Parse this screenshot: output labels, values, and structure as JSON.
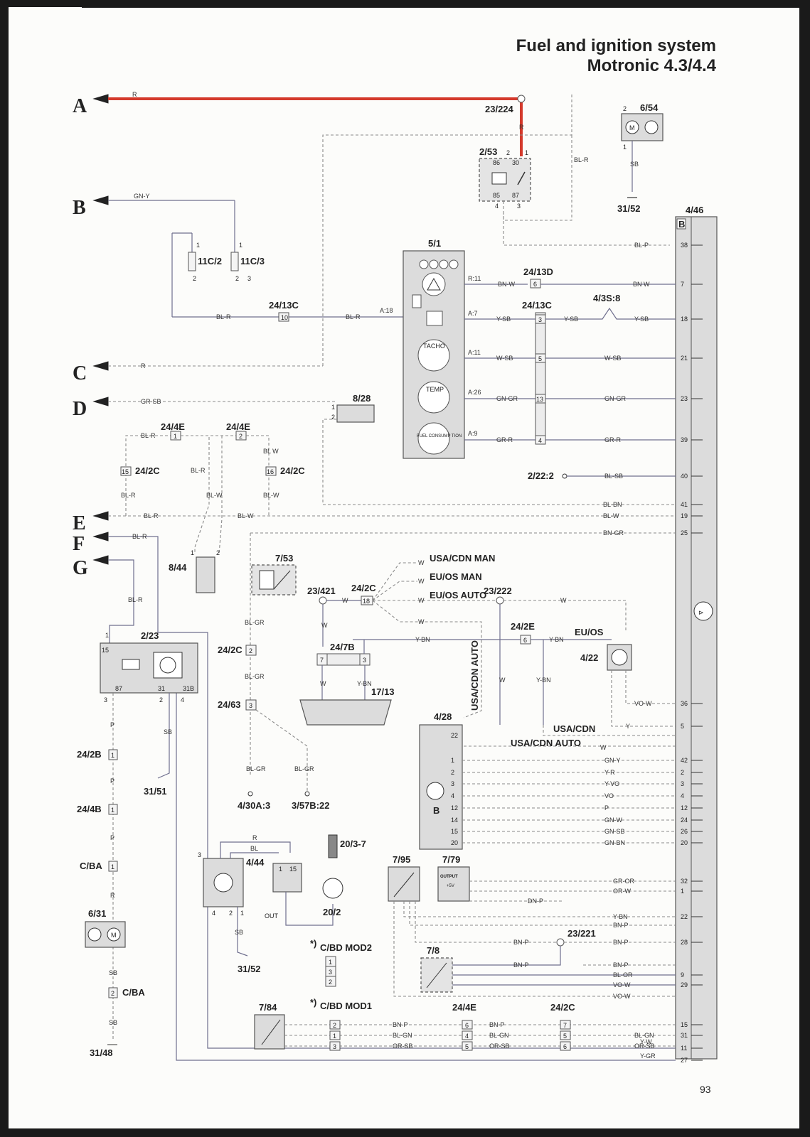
{
  "title": {
    "line1": "Fuel and ignition system",
    "line2": "Motronic 4.3/4.4"
  },
  "page_number": "93",
  "left_labels": {
    "A": "A",
    "B": "B",
    "C": "C",
    "D": "D",
    "E": "E",
    "F": "F",
    "G": "G"
  },
  "components": {
    "c23_224": "23/224",
    "c6_54": "6/54",
    "c2_53": "2/53",
    "c31_52_top": "31/52",
    "c4_46": "4/46",
    "c11c2": "11C/2",
    "c11c3": "11C/3",
    "c5_1": "5/1",
    "c24_13d": "24/13D",
    "c24_13c_a": "24/13C",
    "c24_13c_b": "24/13C",
    "c4_3s8": "4/3S:8",
    "c8_28": "8/28",
    "c24_4e_a": "24/4E",
    "c24_4e_b": "24/4E",
    "c24_2c_a": "24/2C",
    "c24_2c_b": "24/2C",
    "c2_22_2": "2/22:2",
    "c8_44": "8/44",
    "c7_53": "7/53",
    "c23_421": "23/421",
    "c24_2c_c": "24/2C",
    "c23_222": "23/222",
    "c24_2e": "24/2E",
    "c24_7b": "24/7B",
    "c17_13": "17/13",
    "c4_22": "4/22",
    "c2_23": "2/23",
    "c24_2c_d": "24/2C",
    "c24_63": "24/63",
    "c4_28": "4/28",
    "c4_30a3": "4/30A:3",
    "c3_57b22": "3/57B:22",
    "c24_2b": "24/2B",
    "c31_51": "31/51",
    "c24_4b": "24/4B",
    "c_ba": "C/BA",
    "c6_31": "6/31",
    "c_ba2": "C/BA",
    "c31_48": "31/48",
    "c4_44": "4/44",
    "c20_3_7": "20/3-7",
    "c20_2": "20/2",
    "c31_52_bot": "31/52",
    "c7_95": "7/95",
    "c7_79": "7/79",
    "c23_221": "23/221",
    "c7_8": "7/8",
    "c7_84": "7/84",
    "c24_4e_c": "24/4E",
    "c24_2c_e": "24/2C",
    "cbd_mod2": "C/BD MOD2",
    "cbd_mod1": "C/BD MOD1",
    "star": "*)"
  },
  "variants": {
    "usa_cdn_man": "USA/CDN MAN",
    "eu_os_man": "EU/OS MAN",
    "eu_os_auto": "EU/OS AUTO",
    "eu_os": "EU/OS",
    "usa_cdn_auto_v": "USA/CDN AUTO",
    "usa_cdn": "USA/CDN",
    "usa_cdn_auto": "USA/CDN AUTO"
  },
  "instrument_labels": {
    "tacho": "TACHO",
    "temp": "TEMP",
    "fuel": "FUEL CONSUMP TION",
    "a18": "A:18",
    "r11": "R:11",
    "a7": "A:7",
    "a11": "A:11",
    "a26": "A:26",
    "a9": "A:9"
  },
  "module_labels": {
    "b_4_46": "B",
    "b_4_28": "B",
    "out": "OUT",
    "output": "OUTPUT",
    "plus5v": "+5V"
  },
  "wire_colors": {
    "r": "R",
    "gn_y": "GN-Y",
    "bl_r": "BL-R",
    "bl_r2": "BL-R",
    "bl_r3": "BL-R",
    "bl_r4": "BL-R",
    "bl_r5": "BL-R",
    "bl_r6": "BL-R",
    "r_c": "R",
    "gr_sb": "GR-SB",
    "bl_p": "BL-P",
    "bn_w_a": "BN-W",
    "bn_w_b": "BN W",
    "y_sb_a": "Y-SB",
    "y_sb_b": "Y-SB",
    "y_sb_c": "Y-SB",
    "w_sb_a": "W-SB",
    "w_sb_b": "W-SB",
    "gn_gr_a": "GN-GR",
    "gn_gr_b": "GN-GR",
    "gr_r_a": "GR-R",
    "gr_r_b": "GR-R",
    "bl_sb": "BL-SB",
    "bl_bn": "BL-BN",
    "bl_w_a": "BL-W",
    "bl_w_b": "BL-W",
    "bl_w_c": "BL-W",
    "bl_w_d": "BL-W",
    "bl_w_e": "BL W",
    "bn_gr": "BN-GR",
    "r_top": "R",
    "bl_r_top": "BL-R",
    "sb_top": "SB",
    "bl_gr_a": "BL-GR",
    "bl_gr_b": "BL-GR",
    "bl_gr_c": "BL-GR",
    "bl_gr_d": "BL-GR",
    "w_a": "W",
    "w_b": "W",
    "w_c": "W",
    "w_d": "W",
    "w_e": "W",
    "w_f": "W",
    "w_g": "W",
    "w_h": "W",
    "w_i": "W",
    "w_j": "W",
    "y_bn_a": "Y-BN",
    "y_bn_b": "Y-BN",
    "y_bn_c": "Y-BN",
    "y_bn_d": "Y-BN",
    "y_bn_e": "Y-BN",
    "vo_w_a": "VO-W",
    "vo_w_b": "VO-W",
    "vo_w_c": "VO-W",
    "y_a": "Y",
    "gn_y_b": "GN-Y",
    "y_r": "Y-R",
    "y_vo": "Y-VO",
    "vo": "VO",
    "p": "P",
    "gn_w": "GN-W",
    "gn_sb": "GN-SB",
    "gn_bn": "GN-BN",
    "gr_or": "GR-OR",
    "or_w": "OR-W",
    "dn_p": "DN-P",
    "bn_p_a": "BN-P",
    "bn_p_b": "BN-P",
    "bn_p_c": "BN-P",
    "bn_p_d": "BN-P",
    "bn_p_e": "BN-P",
    "bn_p_f": "BN-P",
    "bn_p_g": "BN-P",
    "bl_or": "BL-OR",
    "bl_gn_a": "BL-GN",
    "bl_gn_b": "BL-GN",
    "bl_gn_c": "BL-GN",
    "or_sb_a": "OR-SB",
    "or_sb_b": "OR-SB",
    "or_sb_c": "OR-SB",
    "y_w": "Y-W",
    "y_gr": "Y-GR",
    "p_a": "P",
    "p_b": "P",
    "p_c": "P",
    "r_d": "R",
    "sb_a": "SB",
    "sb_b": "SB",
    "sb_c": "SB",
    "bl_r_f": "BL-R",
    "bl_r_g": "BL-R",
    "r_e": "R",
    "bl": "BL",
    "sb_d": "SB"
  },
  "pins_4_46": [
    "38",
    "7",
    "18",
    "21",
    "23",
    "39",
    "40",
    "41",
    "19",
    "25",
    "36",
    "5",
    "42",
    "2",
    "3",
    "4",
    "12",
    "24",
    "26",
    "20",
    "32",
    "1",
    "22",
    "28",
    "9",
    "29",
    "15",
    "31",
    "11",
    "27"
  ],
  "pins_4_28": [
    "22",
    "1",
    "2",
    "3",
    "4",
    "12",
    "14",
    "15",
    "20"
  ],
  "pins_misc": {
    "p10": "10",
    "p6": "6",
    "p3": "3",
    "p5": "5",
    "p13": "13",
    "p4": "4",
    "p1": "1",
    "p2": "2",
    "p15": "15",
    "p16": "16",
    "p18": "18",
    "p7": "7",
    "p3b": "3",
    "p2b": "2",
    "p3c": "3",
    "p1b": "1",
    "p3d": "3",
    "p2c": "2",
    "p6b": "6",
    "p2d": "2",
    "p1c": "1",
    "p3e": "3",
    "p6c": "6",
    "p4b": "4",
    "p5b": "5",
    "p7b": "7",
    "p5c": "5",
    "p6d": "6",
    "p2e": "2",
    "p1d": "1",
    "p1e": "1",
    "p2f": "2",
    "r86": "86",
    "r30": "30",
    "r85": "85",
    "r87": "87",
    "r2": "2",
    "r1": "1",
    "r4": "4",
    "r3": "3",
    "k15": "15",
    "k87": "87",
    "k31": "31",
    "k31b": "31B",
    "k1": "1",
    "k3": "3",
    "k2": "2",
    "k4": "4",
    "h3": "3",
    "h4": "4",
    "h2": "2",
    "h1": "1",
    "h1b": "1",
    "h15": "15"
  }
}
